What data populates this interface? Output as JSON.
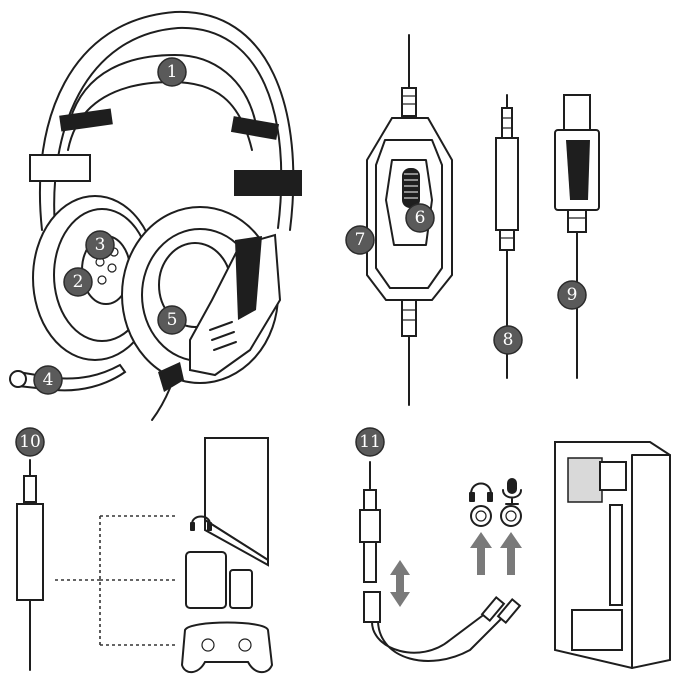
{
  "callouts": [
    {
      "id": "1",
      "label": "1"
    },
    {
      "id": "2",
      "label": "2"
    },
    {
      "id": "3",
      "label": "3"
    },
    {
      "id": "4",
      "label": "4"
    },
    {
      "id": "5",
      "label": "5"
    },
    {
      "id": "6",
      "label": "6"
    },
    {
      "id": "7",
      "label": "7"
    },
    {
      "id": "8",
      "label": "8"
    },
    {
      "id": "9",
      "label": "9"
    },
    {
      "id": "10",
      "label": "10"
    },
    {
      "id": "11",
      "label": "11"
    }
  ],
  "icons": {
    "headphone": "headphone-icon",
    "microphone": "microphone-icon",
    "usb": "usb-plug-icon",
    "jack": "audio-jack-icon"
  },
  "colors": {
    "badge": "#5a5a5a",
    "arrow": "#7a7a7a",
    "line": "#1e1e1e"
  }
}
